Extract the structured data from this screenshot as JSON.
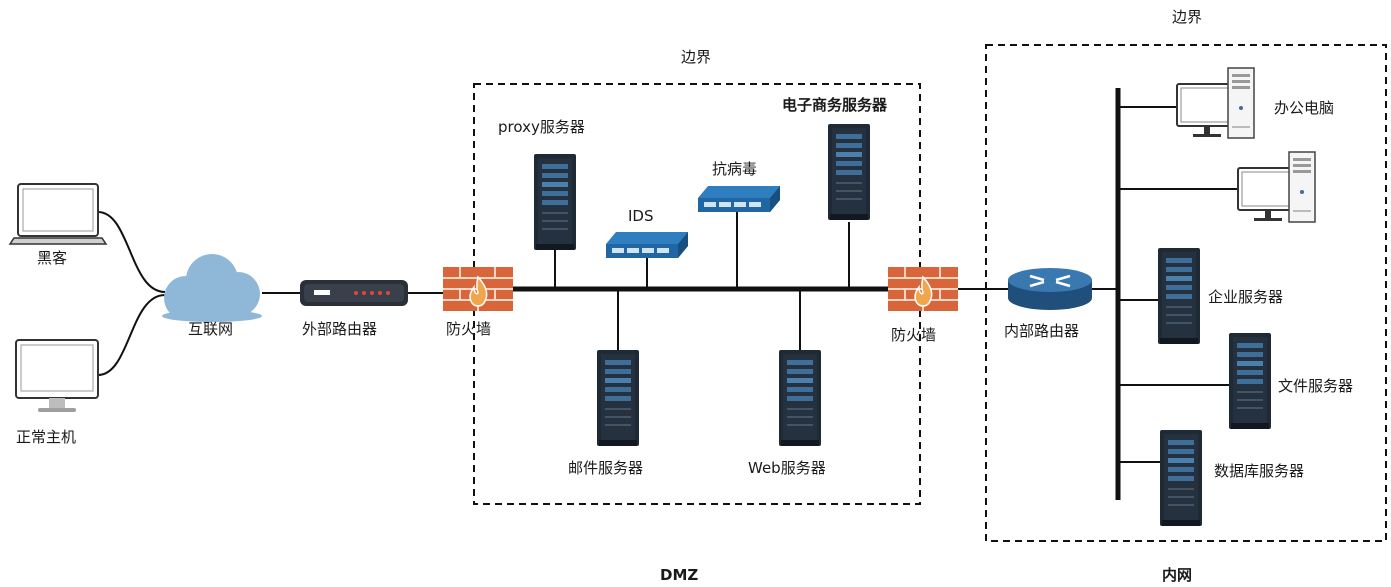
{
  "zones": {
    "dmz_boundary_label": "边界",
    "dmz_label": "DMZ",
    "intranet_boundary_label": "边界",
    "intranet_label": "内网"
  },
  "external": {
    "hacker": "黑客",
    "normal_host": "正常主机",
    "internet": "互联网",
    "external_router": "外部路由器",
    "firewall_left": "防火墙"
  },
  "dmz": {
    "proxy": "proxy服务器",
    "ids": "IDS",
    "antivirus": "抗病毒",
    "ecommerce": "电子商务服务器",
    "mail": "邮件服务器",
    "web": "Web服务器",
    "firewall_right": "防火墙"
  },
  "intranet": {
    "internal_router": "内部路由器",
    "office_pc": "办公电脑",
    "enterprise_server": "企业服务器",
    "file_server": "文件服务器",
    "database_server": "数据库服务器"
  },
  "colors": {
    "server_body": "#1f2a37",
    "server_accent": "#3d6f9a",
    "cloud": "#8fb8d8",
    "router": "#2b5f8e",
    "firewall": "#d9653b",
    "switch": "#2f7fc0",
    "line": "#111111"
  }
}
